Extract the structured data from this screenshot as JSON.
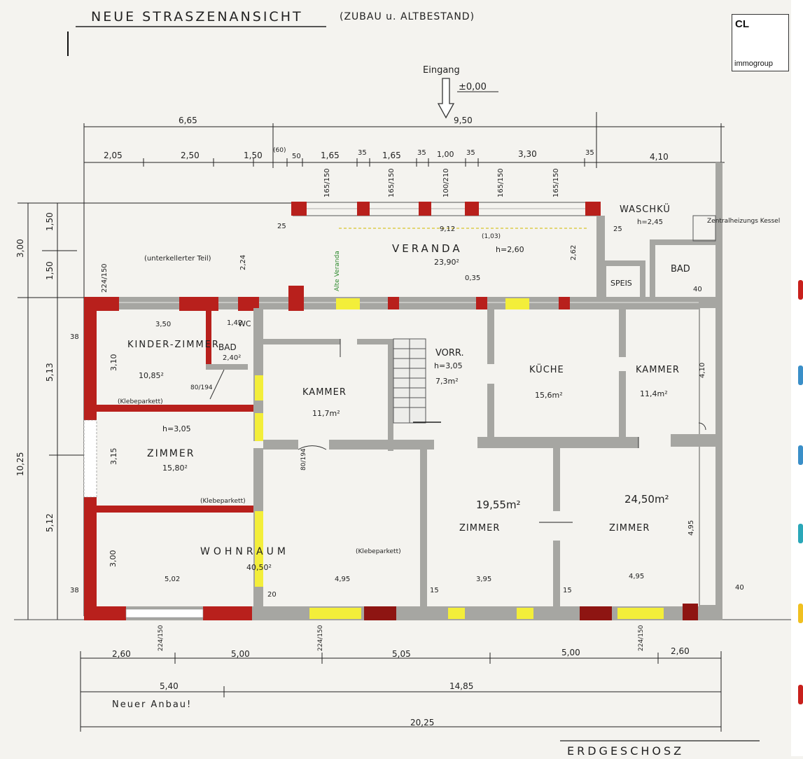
{
  "header": {
    "title": "NEUE STRASZENANSICHT",
    "subtitle": "(ZUBAU u. ALTBESTAND)"
  },
  "logo": {
    "mark": "CL",
    "name": "immogroup"
  },
  "entrance": {
    "label": "Eingang",
    "level": "±0,00"
  },
  "footer": {
    "left": "Neuer Anbau!",
    "right": "ERDGESCHOSZ"
  },
  "rooms": [
    {
      "id": "veranda",
      "name": "VERANDA",
      "extra": "h=2,60",
      "area": "23,90²"
    },
    {
      "id": "waschkueche",
      "name": "WASCHKÜ",
      "extra": "h=2,45"
    },
    {
      "id": "kessel",
      "name": "Zentralheizungs Kessel"
    },
    {
      "id": "speis",
      "name": "SPEIS"
    },
    {
      "id": "bad-upper",
      "name": "BAD"
    },
    {
      "id": "kinderzimmer",
      "name": "KINDER-ZIMMER",
      "area": "10,85²"
    },
    {
      "id": "bad-left",
      "name": "BAD",
      "area": "2,40²"
    },
    {
      "id": "wc",
      "name": "WC"
    },
    {
      "id": "kammer-mid",
      "name": "KAMMER",
      "area": "11,7m²"
    },
    {
      "id": "vorraum",
      "name": "VORR.",
      "extra": "h=3,05",
      "area": "7,3m²"
    },
    {
      "id": "kueche",
      "name": "KÜCHE",
      "area": "15,6m²"
    },
    {
      "id": "kammer-right",
      "name": "KAMMER",
      "area": "11,4m²"
    },
    {
      "id": "zimmer-left",
      "name": "ZIMMER",
      "extra": "h=3,05",
      "area": "15,80²"
    },
    {
      "id": "wohnraum",
      "name": "WOHNRAUM",
      "area": "40,50²"
    },
    {
      "id": "zimmer-center",
      "name": "ZIMMER",
      "area": "19,55m²"
    },
    {
      "id": "zimmer-right",
      "name": "ZIMMER",
      "area": "24,50m²"
    }
  ],
  "notes": {
    "unterkellert": "(unterkellerter Teil)",
    "klebeparkett": "(Klebeparkett)",
    "alter_veranda": "Alte Veranda",
    "vorraum_height": "h=3,05"
  },
  "dimensions": {
    "top_overall": [
      "6,65",
      "9,50"
    ],
    "top_detail": [
      "2,05",
      "2,50",
      "1,50",
      "(60)",
      "50",
      "1,65",
      "35",
      "1,65",
      "35",
      "1,00",
      "35",
      "3,30",
      "35",
      "4,10"
    ],
    "window_pairs": [
      "165/150",
      "165/150",
      "100/210",
      "165/150",
      "165/150"
    ],
    "left_side": [
      "3,00",
      "1,50",
      "1,50",
      "5,13",
      "10,25",
      "5,12",
      "3,10",
      "3,15",
      "3,00"
    ],
    "interior": [
      "3,50",
      "1,42",
      "2,24",
      "2,62",
      "9,12",
      "(1,03)",
      "224/150",
      "0,35",
      "5,02",
      "4,95",
      "3,95",
      "4,95",
      "4,95",
      "4,10",
      "38",
      "38",
      "40",
      "40",
      "15",
      "15",
      "20",
      "25",
      "25",
      "80/194",
      "80/194"
    ],
    "bottom_detail": [
      "2,60",
      "5,00",
      "5,05",
      "5,00",
      "2,60"
    ],
    "bottom_mid": [
      "5,40",
      "14,85"
    ],
    "bottom_total": "20,25",
    "bottom_windows": [
      "224/150",
      "224/150",
      "224/150"
    ]
  },
  "colors": {
    "wall_red": "#b8201c",
    "wall_dark": "#8e1512",
    "wall_grey": "#a6a6a2",
    "window_yellow": "#f3ee3a",
    "ink": "#222222"
  }
}
